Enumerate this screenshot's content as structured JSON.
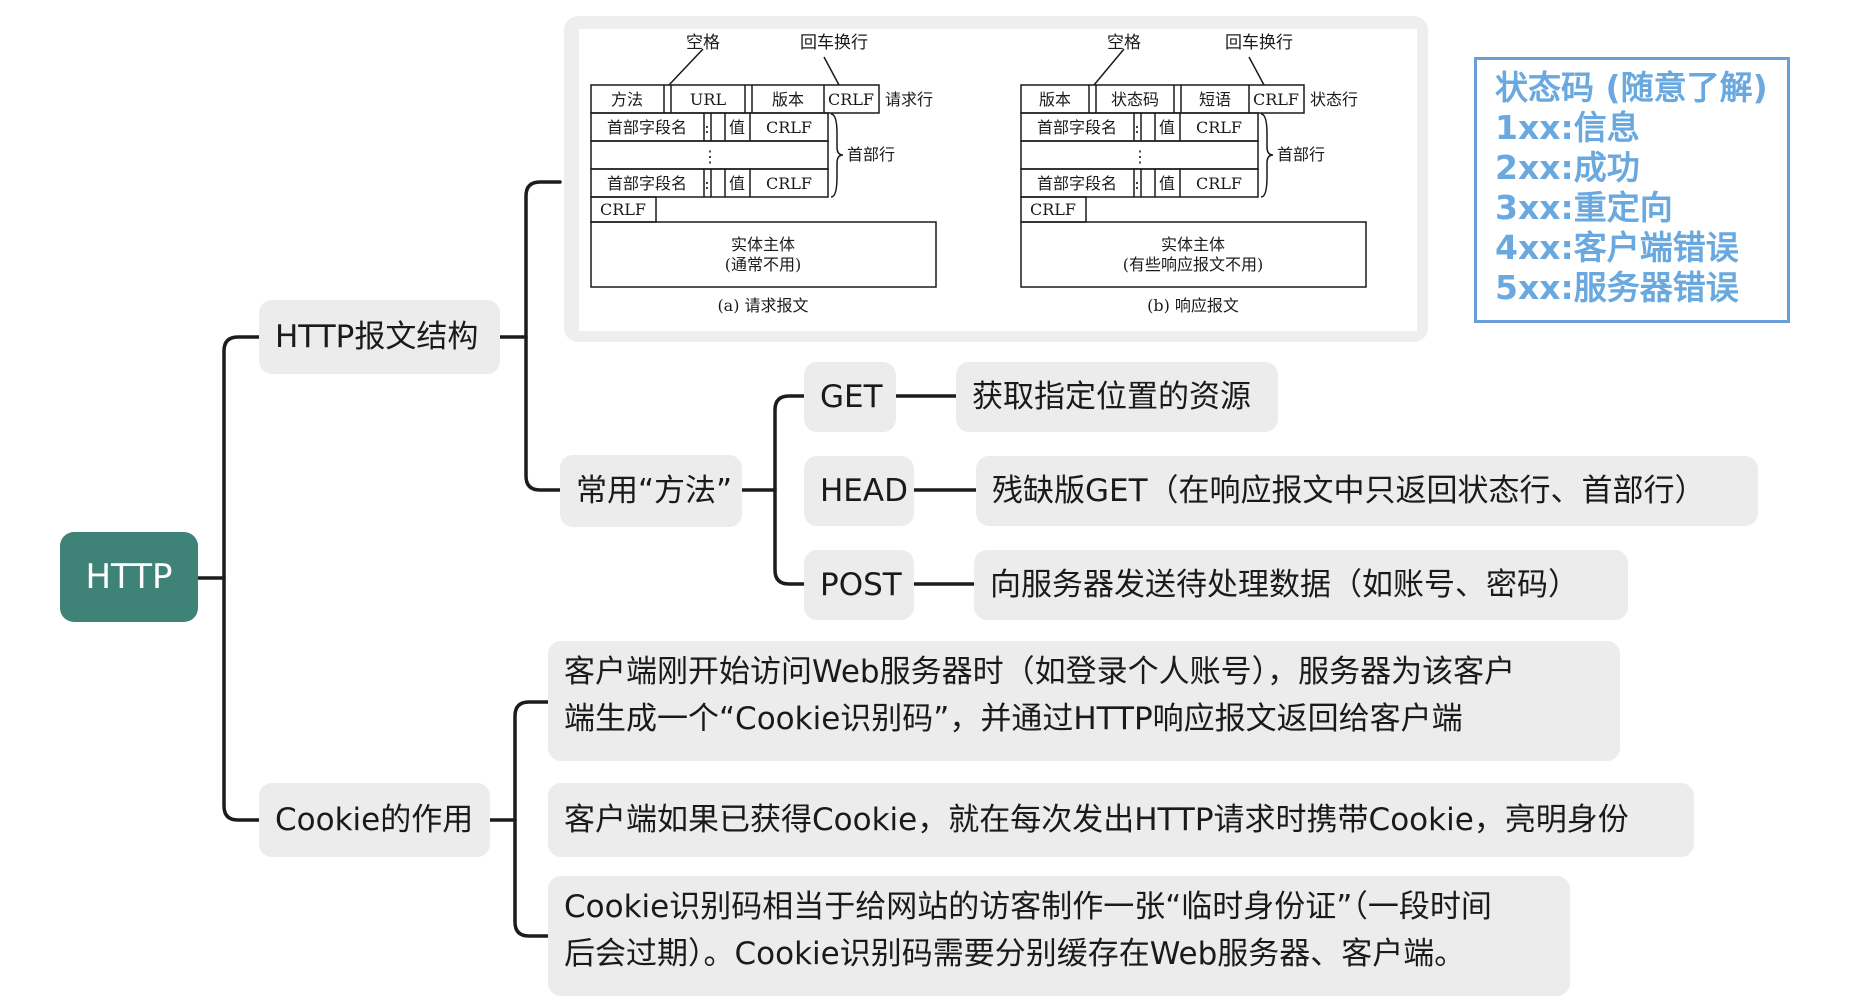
{
  "root": {
    "label": "HTTP"
  },
  "branches": {
    "message_structure": {
      "label": "HTTP报文结构"
    },
    "methods": {
      "label": "常用“方法”"
    },
    "cookie": {
      "label": "Cookie的作用"
    }
  },
  "methods": [
    {
      "name": "GET",
      "description": "获取指定位置的资源"
    },
    {
      "name": "HEAD",
      "description": "残缺版GET（在响应报文中只返回状态行、首部行）"
    },
    {
      "name": "POST",
      "description": "向服务器发送待处理数据（如账号、密码）"
    }
  ],
  "cookie_points": [
    {
      "line1": "客户端刚开始访问Web服务器时（如登录个人账号），服务器为该客户",
      "line2": "端生成一个“Cookie识别码”，并通过HTTP响应报文返回给客户端"
    },
    {
      "line1": "客户端如果已获得Cookie，就在每次发出HTTP请求时携带Cookie，亮明身份",
      "line2": ""
    },
    {
      "line1": "Cookie识别码相当于给网站的访客制作一张“临时身份证”（一段时间",
      "line2": "后会过期）。Cookie识别码需要分别缓存在Web服务器、客户端。"
    }
  ],
  "status_codes": {
    "title": "状态码 (随意了解)",
    "items": [
      "1xx:信息",
      "2xx:成功",
      "3xx:重定向",
      "4xx:客户端错误",
      "5xx:服务器错误"
    ]
  },
  "diagram": {
    "request": {
      "space_label": "空格",
      "crlf_label": "回车换行",
      "row1": [
        "方法",
        "URL",
        "版本",
        "CRLF"
      ],
      "row1_side": "请求行",
      "field": "首部字段名",
      "colon": ":",
      "value": "值",
      "crlf": "CRLF",
      "ellipsis": "⋮",
      "header_side": "首部行",
      "body_l1": "实体主体",
      "body_l2": "(通常不用)",
      "caption": "(a) 请求报文"
    },
    "response": {
      "space_label": "空格",
      "crlf_label": "回车换行",
      "row1": [
        "版本",
        "状态码",
        "短语",
        "CRLF"
      ],
      "row1_side": "状态行",
      "field": "首部字段名",
      "colon": ":",
      "value": "值",
      "crlf": "CRLF",
      "ellipsis": "⋮",
      "header_side": "首部行",
      "body_l1": "实体主体",
      "body_l2": "(有些响应报文不用)",
      "caption": "(b) 响应报文"
    }
  }
}
